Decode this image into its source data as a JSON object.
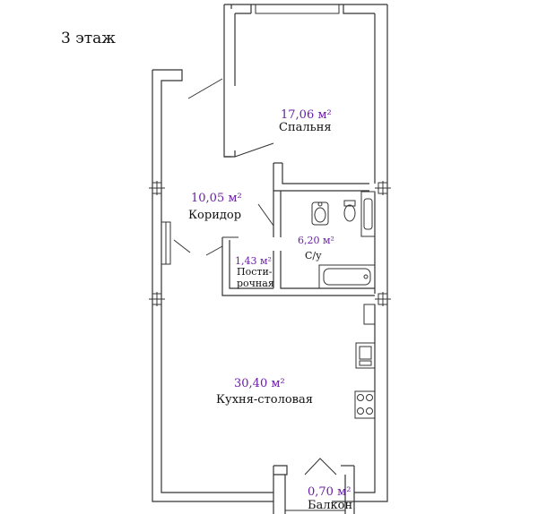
{
  "floor_label": "3 этаж",
  "rooms": {
    "bedroom": {
      "area": "17,06 м²",
      "name": "Спальня"
    },
    "corridor": {
      "area": "10,05 м²",
      "name": "Коридор"
    },
    "bathroom": {
      "area": "6,20 м²",
      "name": "С/у"
    },
    "laundry": {
      "area": "1,43 м²",
      "name_line1": "Пости-",
      "name_line2": "рочная"
    },
    "kitchen": {
      "area": "30,40 м²",
      "name": "Кухня-столовая"
    },
    "balcony": {
      "area": "0,70 м²",
      "name": "Балкон"
    }
  },
  "colors": {
    "area_text": "#6a1fa6",
    "wall": "#333333"
  }
}
